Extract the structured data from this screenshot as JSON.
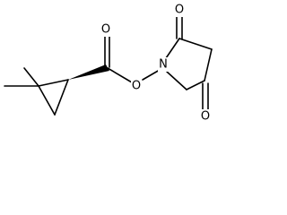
{
  "structure": {
    "atoms": {
      "carbonyl_oxygen": "O",
      "ester_oxygen": "O",
      "nitrogen": "N",
      "imide_oxygen_top": "O",
      "imide_oxygen_bottom": "O"
    },
    "stereo": "wedge",
    "colors": {
      "bond": "#000000",
      "label": "#000000",
      "background": "#ffffff"
    }
  }
}
